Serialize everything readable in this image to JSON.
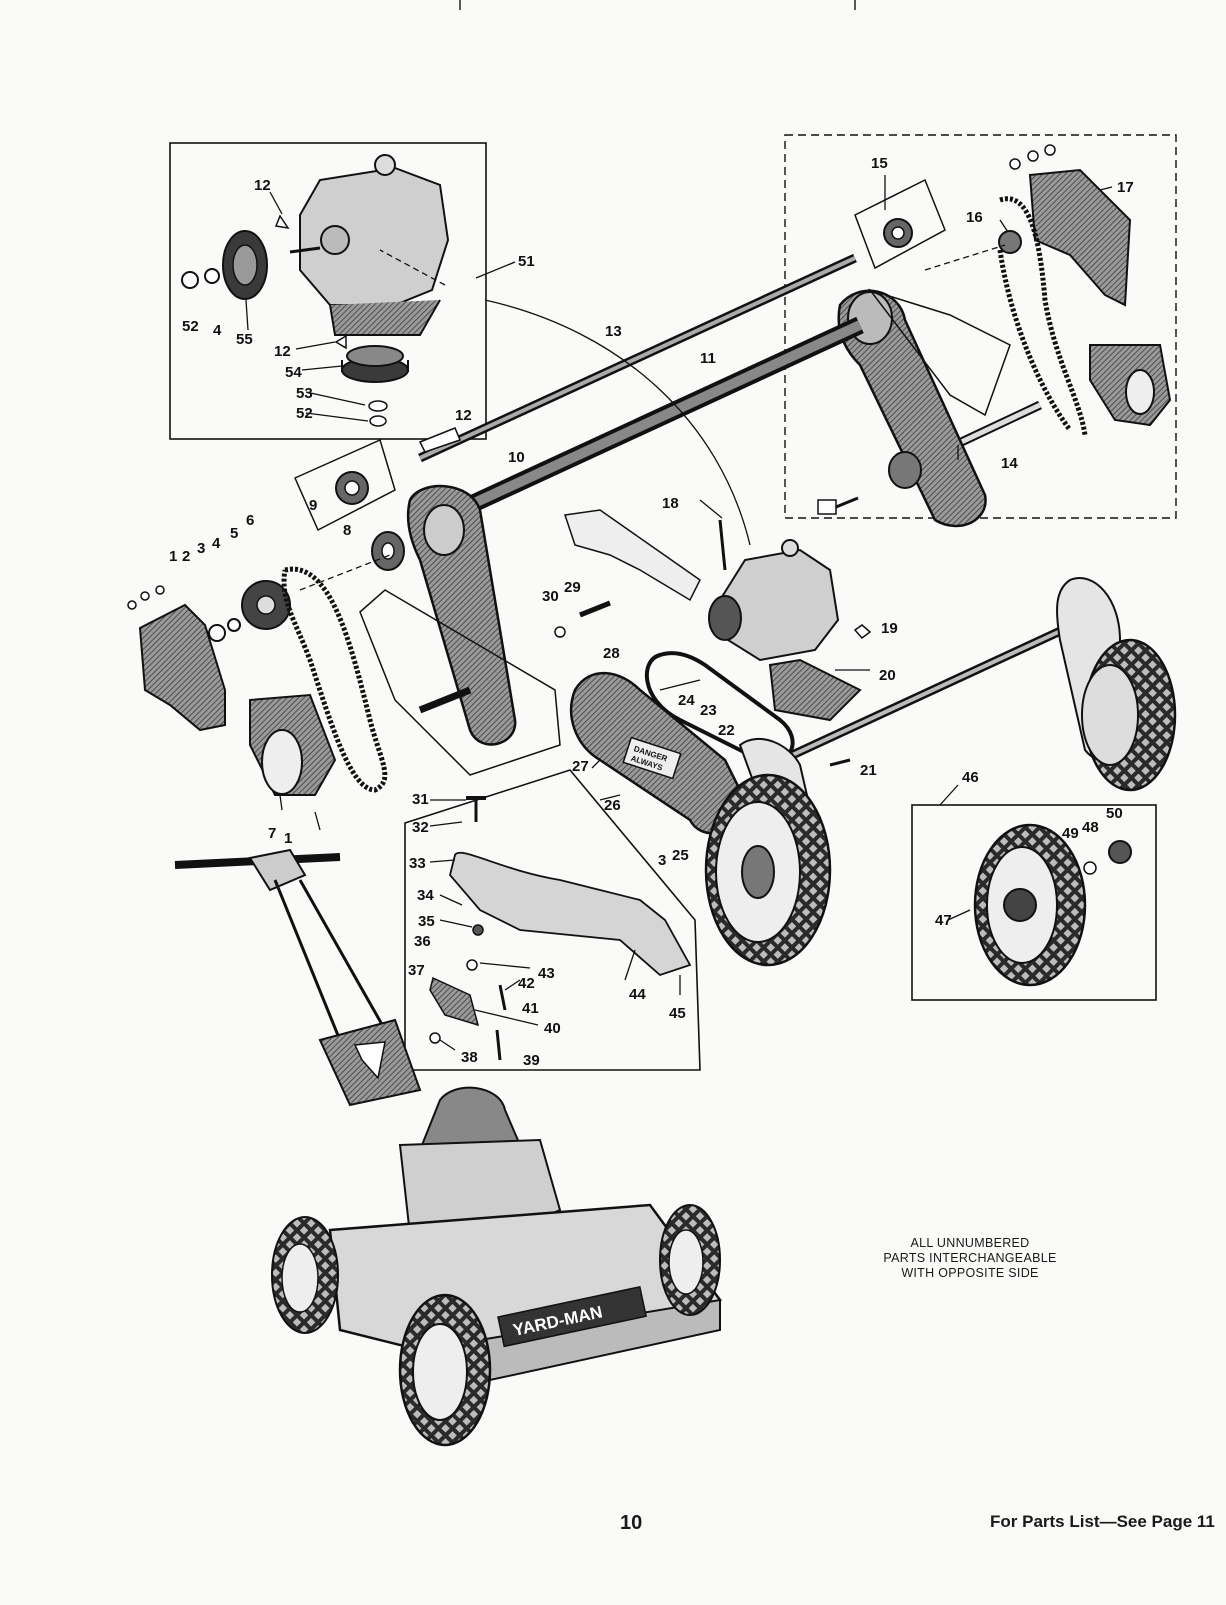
{
  "diagram": {
    "callouts": [
      "1",
      "2",
      "3",
      "4",
      "5",
      "6",
      "7",
      "8",
      "9",
      "10",
      "11",
      "12",
      "13",
      "14",
      "15",
      "16",
      "17",
      "18",
      "19",
      "20",
      "21",
      "22",
      "23",
      "24",
      "25",
      "26",
      "27",
      "28",
      "29",
      "30",
      "31",
      "32",
      "33",
      "34",
      "35",
      "36",
      "37",
      "38",
      "39",
      "40",
      "41",
      "42",
      "43",
      "44",
      "45",
      "46",
      "47",
      "48",
      "49",
      "50",
      "51",
      "52",
      "53",
      "54",
      "55"
    ],
    "brand_label": "YARD-MAN",
    "plate_lines": [
      "DANGER",
      "ALWAYS"
    ]
  },
  "note": {
    "lines": [
      "ALL UNNUMBERED",
      "PARTS INTERCHANGEABLE",
      "WITH OPPOSITE SIDE"
    ]
  },
  "page_number": "10",
  "footer": "For Parts List—See Page 11",
  "colors": {
    "ink": "#1a1a1a",
    "paper": "#fafaf8",
    "shade": "#6b6b6b"
  }
}
